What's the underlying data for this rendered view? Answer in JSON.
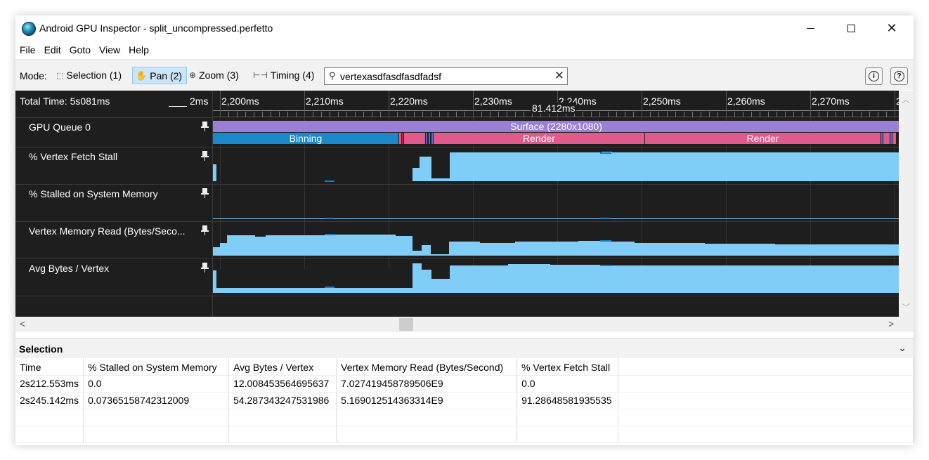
{
  "window": {
    "title": "Android GPU Inspector - split_uncompressed.perfetto",
    "minimize_icon": "minimize-icon",
    "maximize_icon": "maximize-icon",
    "close_glyph": "✕"
  },
  "menu": [
    "File",
    "Edit",
    "Goto",
    "View",
    "Help"
  ],
  "toolbar": {
    "mode_label": "Mode:",
    "modes": [
      {
        "label": "Selection (1)",
        "icon": "selection-cursor-icon",
        "glyph": "⬚",
        "active": false
      },
      {
        "label": "Pan (2)",
        "icon": "hand-icon",
        "glyph": "✋",
        "active": true
      },
      {
        "label": "Zoom (3)",
        "icon": "zoom-icon",
        "glyph": "🔍",
        "active": false
      },
      {
        "label": "Timing (4)",
        "icon": "timing-icon",
        "glyph": "⊢⊣",
        "active": false
      }
    ],
    "search_value": "vertexasdfasdfasdfadsf",
    "info_glyph": "i",
    "help_glyph": "?"
  },
  "trace": {
    "total_time": "Total Time: 5s081ms",
    "scale": "2ms",
    "range_label": "81.412ms",
    "ticks": [
      "2,200ms",
      "2,210ms",
      "2,220ms",
      "2,230ms",
      "2,240ms",
      "2,250ms",
      "2,260ms",
      "2,270ms",
      "2"
    ],
    "rows": [
      {
        "label": "GPU Queue 0"
      },
      {
        "label": "% Vertex Fetch Stall"
      },
      {
        "label": "% Stalled on System Memory"
      },
      {
        "label": "Vertex Memory Read (Bytes/Seco..."
      },
      {
        "label": "Avg Bytes / Vertex"
      }
    ],
    "surface_label": "Surface (2280x1080)",
    "binning_label": "Binning",
    "render_label_1": "Render",
    "render_label_2": "Render",
    "colors": {
      "background": "#1e1e1e",
      "surface": "#9a7fd6",
      "binning": "#1a88c9",
      "render": "#e05a8b",
      "counter": "#80cdf7",
      "counter_marker": "#1a7fbf"
    }
  },
  "selection": {
    "title": "Selection",
    "columns": [
      "Time",
      "% Stalled on System Memory",
      "Avg Bytes / Vertex",
      "Vertex Memory Read (Bytes/Second)",
      "% Vertex Fetch Stall"
    ],
    "rows": [
      [
        "2s212.553ms",
        "0.0",
        "12.008453564695637",
        "7.027419458789506E9",
        "0.0"
      ],
      [
        "2s245.142ms",
        "0.07365158742312009",
        "54.287343247531986",
        "5.169012514363314E9",
        "91.28648581935535"
      ],
      [
        "",
        "",
        "",
        "",
        ""
      ],
      [
        "",
        "",
        "",
        "",
        ""
      ]
    ]
  }
}
